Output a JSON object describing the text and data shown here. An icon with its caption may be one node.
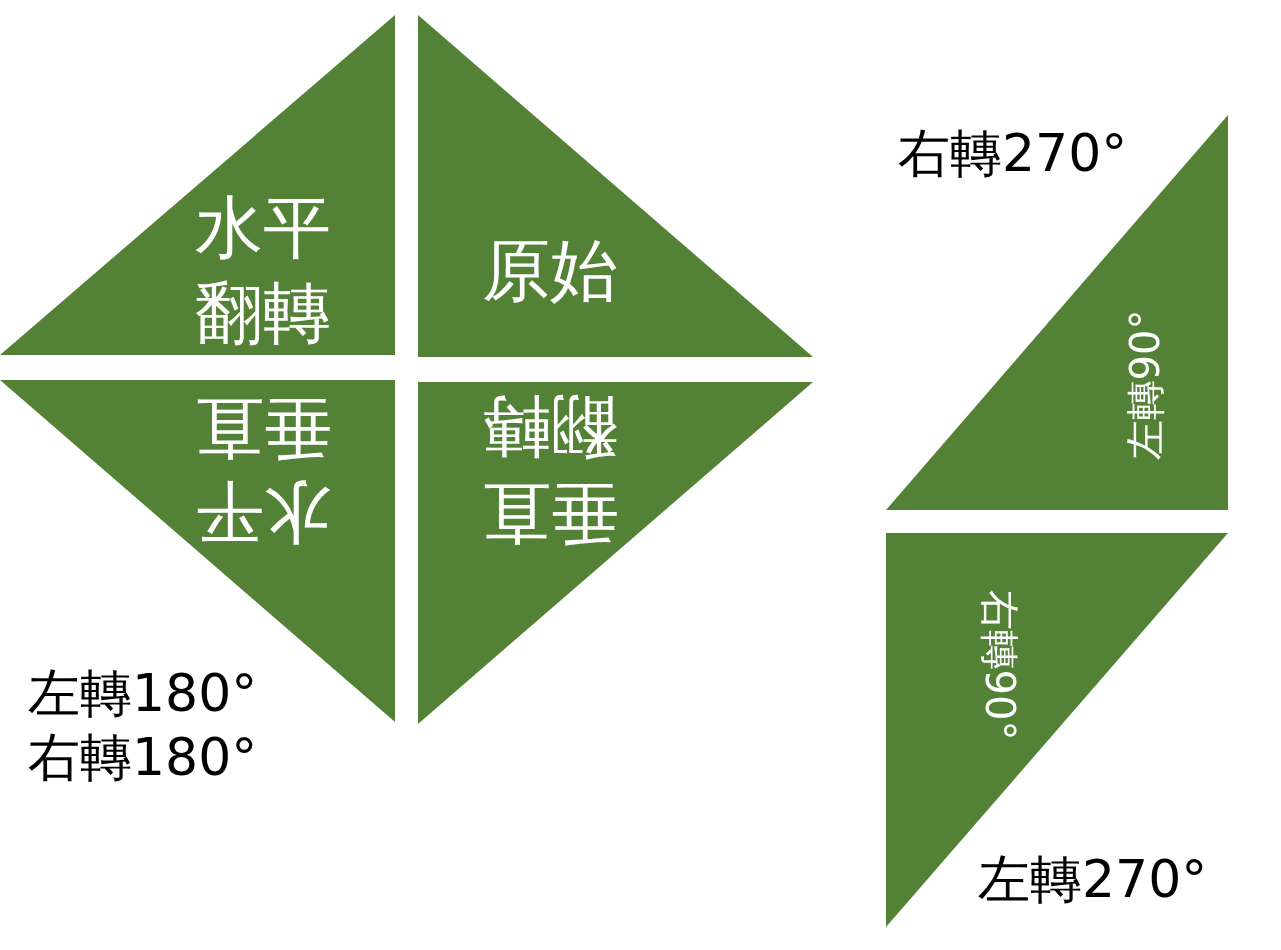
{
  "diagram": {
    "nodes": [
      {
        "text": [
          "水平翻轉"
        ]
      },
      {
        "text": [
          "原始"
        ]
      },
      {
        "text": [
          "水平垂直"
        ],
        "beside": [
          "左轉180°",
          "右轉180°"
        ]
      },
      {
        "text": [
          "垂直翻轉"
        ]
      },
      {
        "text": [
          "左轉90°"
        ],
        "beside": [
          "右轉270°"
        ]
      },
      {
        "text": [
          "右轉90°"
        ],
        "beside": [
          "左轉270°"
        ]
      }
    ]
  }
}
